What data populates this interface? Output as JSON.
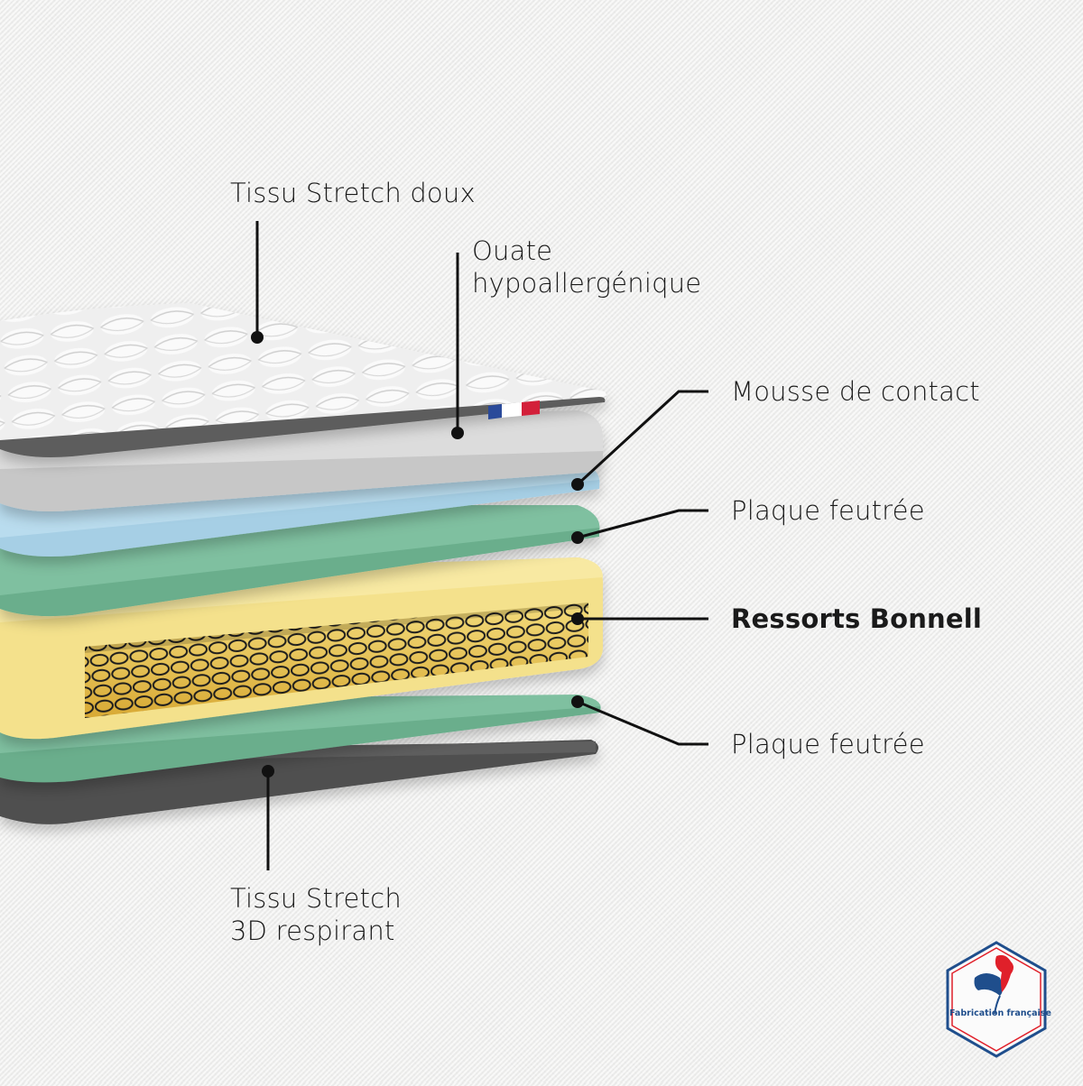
{
  "diagram": {
    "subject": "Mattress layer cross-section",
    "layers": [
      {
        "id": "tissu-stretch-doux",
        "label": "Tissu Stretch doux",
        "color": "#e9e9e9"
      },
      {
        "id": "ouate",
        "label_lines": [
          "Ouate",
          "hypoallergénique"
        ],
        "color": "#d9d9d9"
      },
      {
        "id": "mousse-contact",
        "label": "Mousse de contact",
        "color": "#b9dcee"
      },
      {
        "id": "plaque-feutree-top",
        "label": "Plaque feutrée",
        "color": "#7fc0a0"
      },
      {
        "id": "ressorts-bonnell",
        "label": "Ressorts Bonnell",
        "color": "#f4e18c",
        "bold": true
      },
      {
        "id": "plaque-feutree-bottom",
        "label": "Plaque feutrée",
        "color": "#7fc0a0"
      },
      {
        "id": "tissu-stretch-3d",
        "label_lines": [
          "Tissu Stretch",
          "3D respirant"
        ],
        "color": "#555555"
      }
    ],
    "flag_colors": [
      "#2a4a9a",
      "#ffffff",
      "#d3203a"
    ],
    "callout_color": "#111111"
  },
  "badge": {
    "text": "Fabrication française",
    "colors": {
      "blue": "#1f4e8c",
      "red": "#e0202a"
    }
  }
}
